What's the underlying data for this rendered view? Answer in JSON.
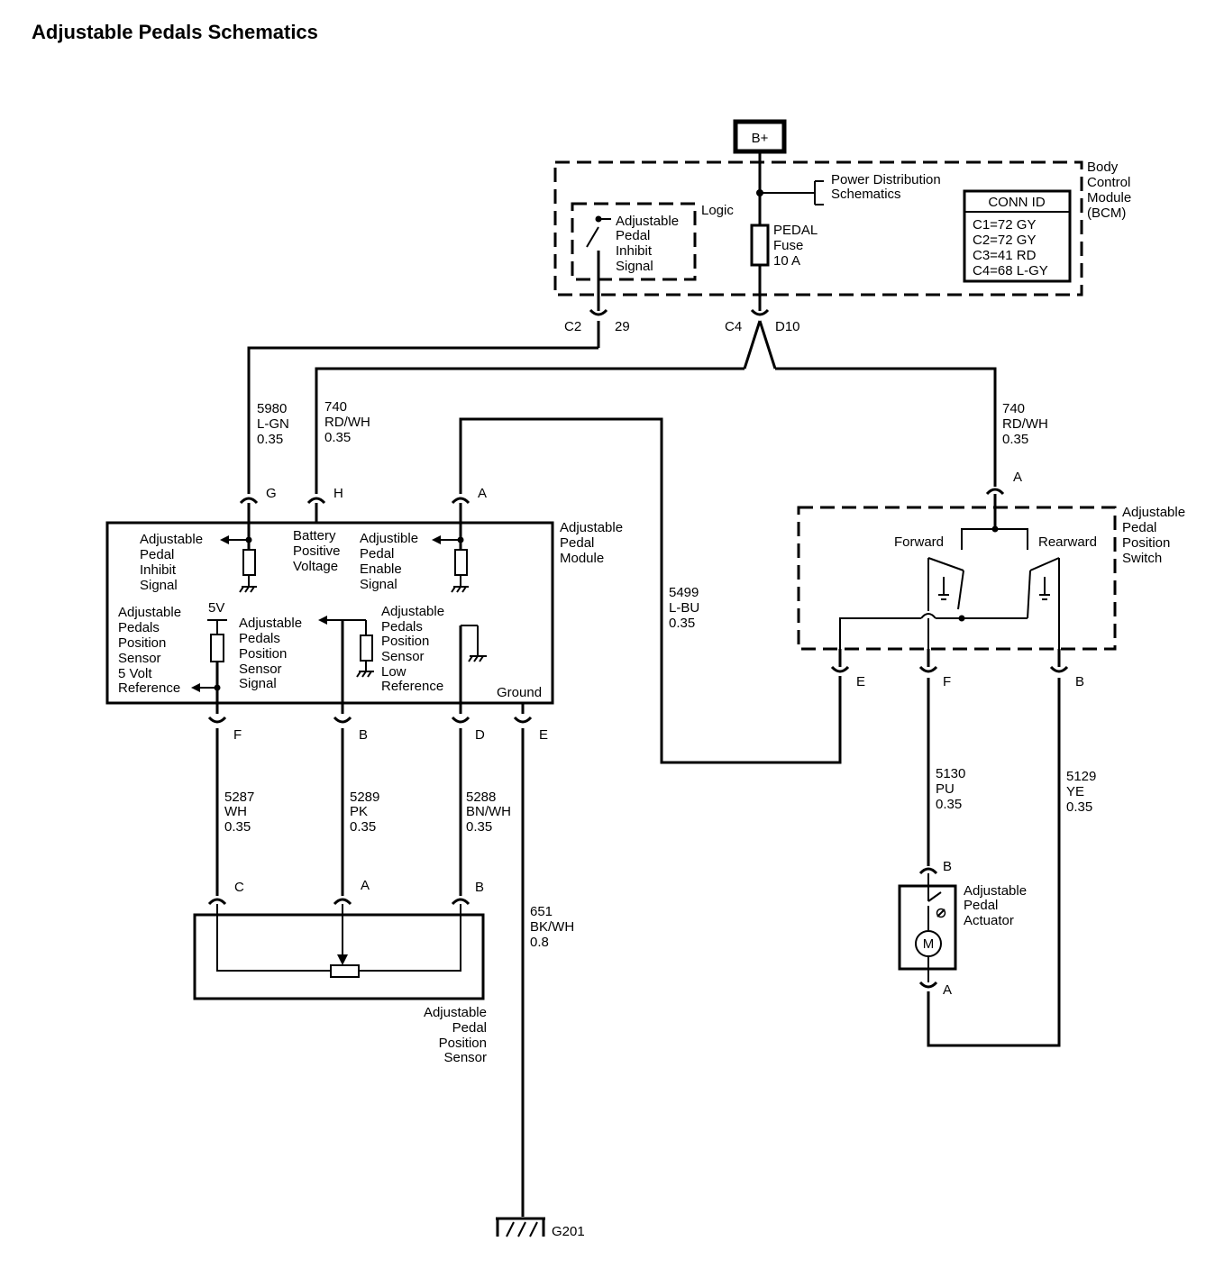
{
  "title": "Adjustable Pedals Schematics",
  "power": {
    "label": "B+"
  },
  "bcm": {
    "name": [
      "Body",
      "Control",
      "Module",
      "(BCM)"
    ],
    "logic_label": "Logic",
    "inhibit_signal": [
      "Adjustable",
      "Pedal",
      "Inhibit",
      "Signal"
    ],
    "power_dist": [
      "Power Distribution",
      "Schematics"
    ],
    "fuse": [
      "PEDAL",
      "Fuse",
      "10 A"
    ],
    "conn_id": {
      "header": "CONN ID",
      "rows": [
        "C1=72 GY",
        "C2=72 GY",
        "C3=41 RD",
        "C4=68 L-GY"
      ]
    },
    "conn_left": {
      "connector": "C2",
      "pin": "29"
    },
    "conn_right": {
      "connector": "C4",
      "pin": "D10"
    }
  },
  "wires": {
    "w5980": [
      "5980",
      "L-GN",
      "0.35"
    ],
    "w740_left": [
      "740",
      "RD/WH",
      "0.35"
    ],
    "w740_right": [
      "740",
      "RD/WH",
      "0.35"
    ],
    "w5499": [
      "5499",
      "L-BU",
      "0.35"
    ],
    "w5287": [
      "5287",
      "WH",
      "0.35"
    ],
    "w5289": [
      "5289",
      "PK",
      "0.35"
    ],
    "w5288": [
      "5288",
      "BN/WH",
      "0.35"
    ],
    "w651": [
      "651",
      "BK/WH",
      "0.8"
    ],
    "w5130": [
      "5130",
      "PU",
      "0.35"
    ],
    "w5129": [
      "5129",
      "YE",
      "0.35"
    ]
  },
  "module": {
    "name": [
      "Adjustable",
      "Pedal",
      "Module"
    ],
    "pin_top": [
      "G",
      "H",
      "A"
    ],
    "pin_bottom": [
      "F",
      "B",
      "D",
      "E"
    ],
    "inhibit_signal": [
      "Adjustable",
      "Pedal",
      "Inhibit",
      "Signal"
    ],
    "battery_voltage": [
      "Battery",
      "Positive",
      "Voltage"
    ],
    "enable_signal": [
      "Adjustible",
      "Pedal",
      "Enable",
      "Signal"
    ],
    "ref_5v_label": [
      "Adjustable",
      "Pedals",
      "Position",
      "Sensor",
      "5 Volt",
      "Reference"
    ],
    "five_v": "5V",
    "sensor_signal": [
      "Adjustable",
      "Pedals",
      "Position",
      "Sensor",
      "Signal"
    ],
    "low_reference": [
      "Adjustable",
      "Pedals",
      "Position",
      "Sensor",
      "Low",
      "Reference"
    ],
    "ground_label": "Ground"
  },
  "sensor": {
    "name": [
      "Adjustable",
      "Pedal",
      "Position",
      "Sensor"
    ],
    "pins": [
      "C",
      "A",
      "B"
    ]
  },
  "switch": {
    "name": [
      "Adjustable",
      "Pedal",
      "Position",
      "Switch"
    ],
    "forward": "Forward",
    "rearward": "Rearward",
    "pin_top": "A",
    "pins_bottom": [
      "E",
      "F",
      "B"
    ]
  },
  "actuator": {
    "name": [
      "Adjustable",
      "Pedal",
      "Actuator"
    ],
    "pin_top": "B",
    "pin_bottom": "A",
    "motor": "M"
  },
  "ground": {
    "label": "G201"
  }
}
